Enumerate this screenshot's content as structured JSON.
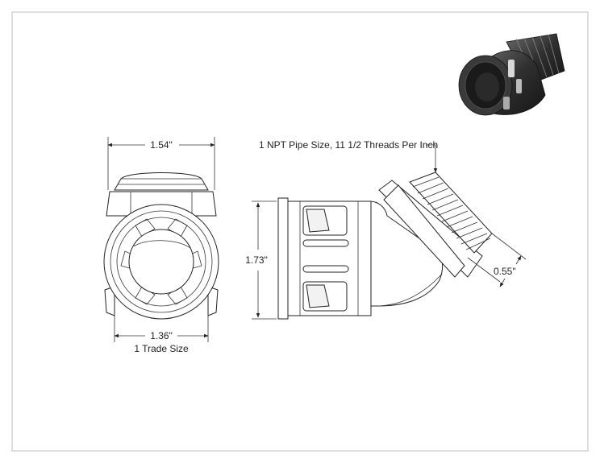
{
  "dimensions": {
    "outer_diameter": "1.54\"",
    "inner_diameter": "1.36\"",
    "trade_size": "1 Trade Size",
    "overall_height": "1.73\"",
    "thread_length": "0.55\"",
    "thread_note": "1 NPT Pipe Size, 11 1/2 Threads Per Inch"
  },
  "colors": {
    "line": "#222222",
    "shade_dark": "#2b2b2b",
    "shade_light": "#8a8a8a"
  }
}
